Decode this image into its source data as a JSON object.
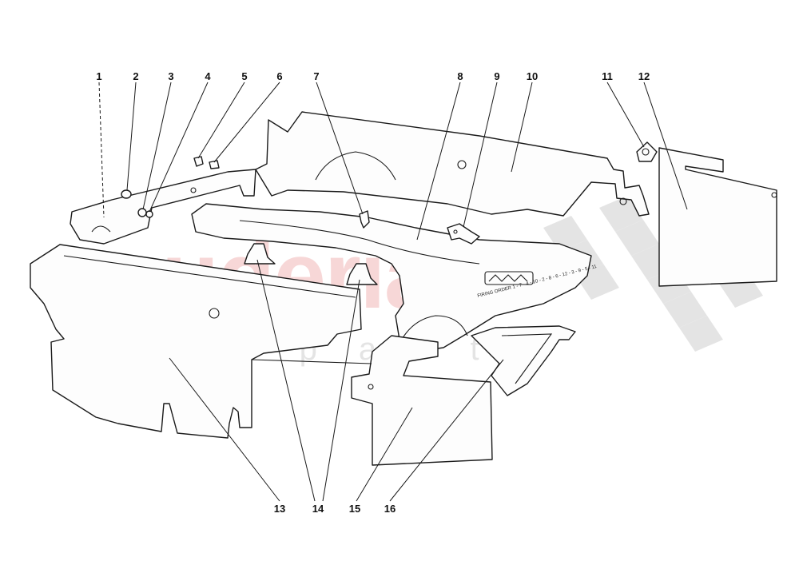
{
  "watermark": {
    "brand": "scuderia",
    "subline": "car parts",
    "color": "#f2b7b7"
  },
  "engine_cover_text": {
    "firing_order": "FIRING ORDER 1 - 7 - 4 - 10 - 2 - 8 - 6 - 12 - 3 - 9 - 5 - 11"
  },
  "callouts": [
    "1",
    "2",
    "3",
    "4",
    "5",
    "6",
    "7",
    "8",
    "9",
    "10",
    "11",
    "12",
    "13",
    "14",
    "15",
    "16"
  ]
}
